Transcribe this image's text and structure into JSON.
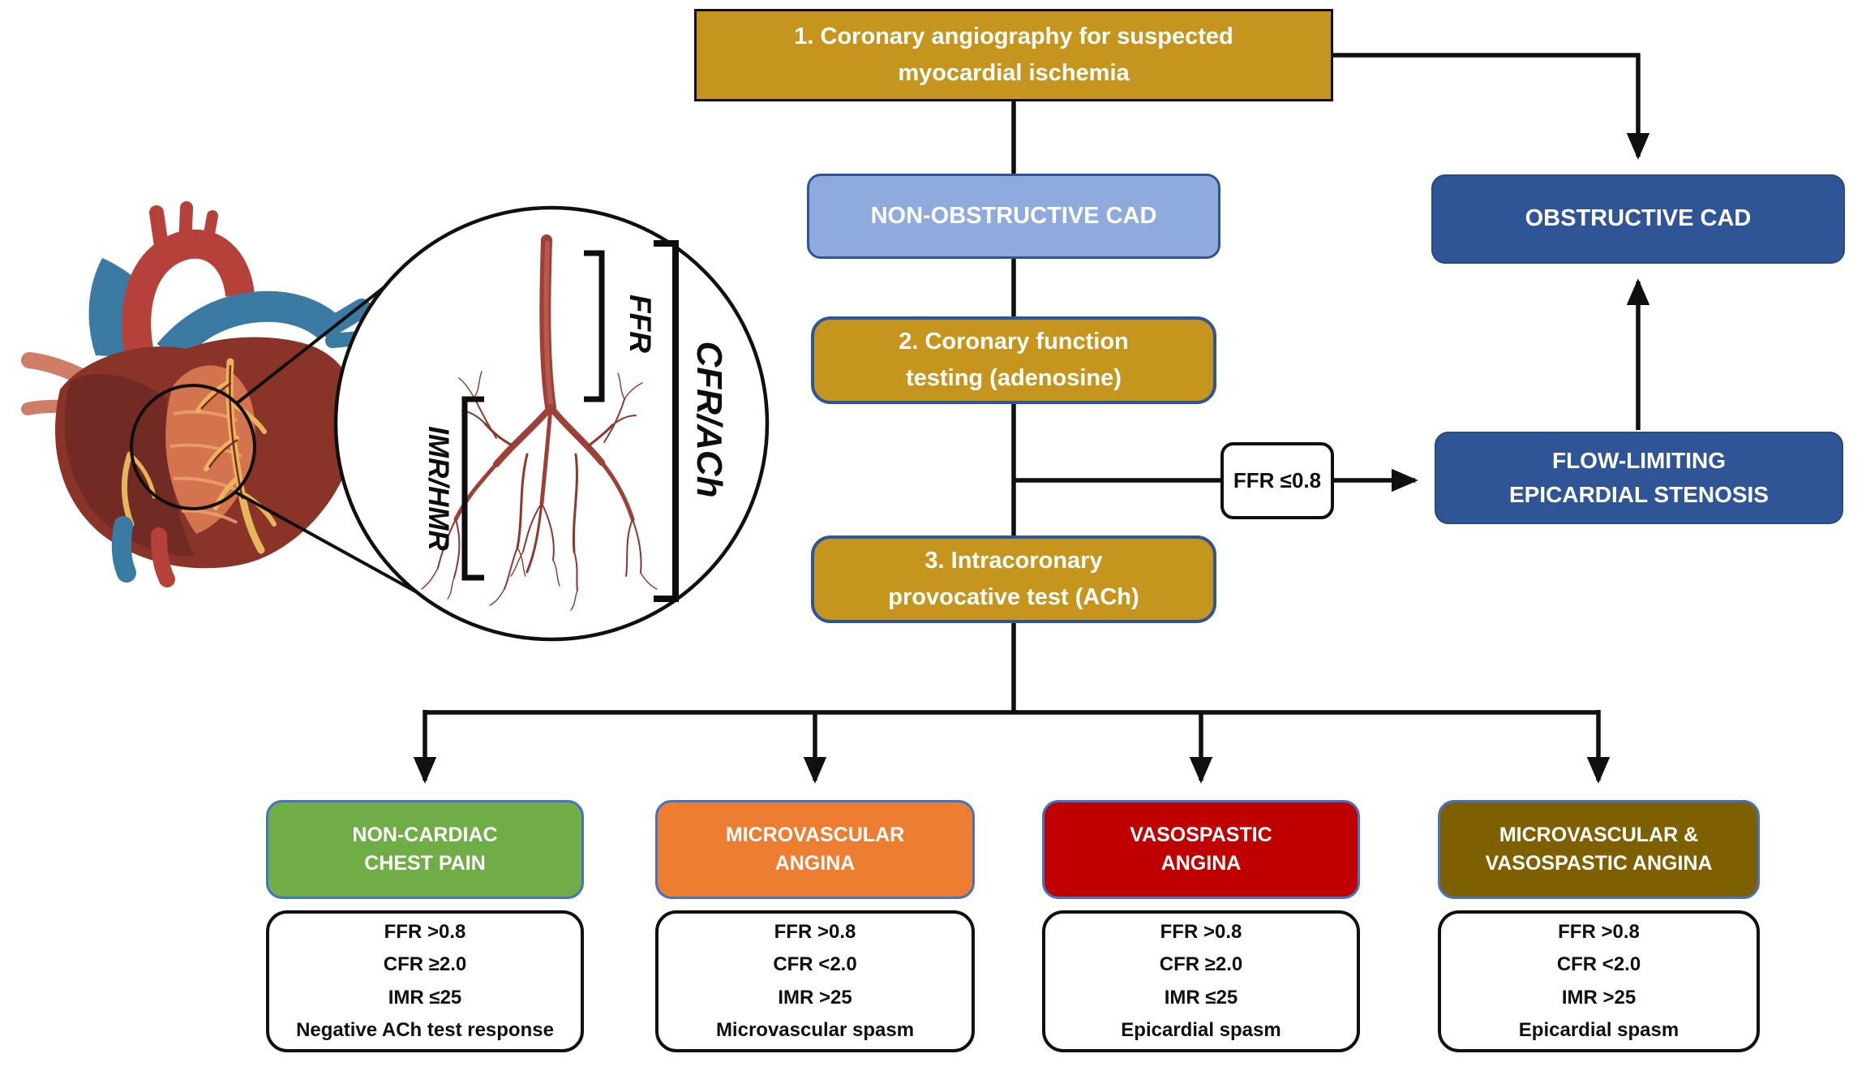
{
  "figure": {
    "step1_lines": [
      "1. Coronary angiography for suspected",
      "myocardial ischemia"
    ],
    "non_obstructive_label": "NON-OBSTRUCTIVE CAD",
    "obstructive_label": "OBSTRUCTIVE CAD",
    "step2_lines": [
      "2. Coronary function",
      "testing (adenosine)"
    ],
    "ffr_condition_label": "FFR ≤0.8",
    "flow_limiting_lines": [
      "FLOW-LIMITING",
      "EPICARDIAL STENOSIS"
    ],
    "step3_lines": [
      "3. Intracoronary",
      "provocative test (ACh)"
    ],
    "inset": {
      "ffr_label": "FFR",
      "cfr_ach_label": "CFR/ACh",
      "imr_hmr_label": "IMR/HMR"
    },
    "outcomes": [
      {
        "title_lines": [
          "NON-CARDIAC",
          "CHEST PAIN"
        ],
        "color": "#70AD47",
        "criteria": [
          "FFR >0.8",
          "CFR ≥2.0",
          "IMR ≤25",
          "Negative ACh test response"
        ]
      },
      {
        "title_lines": [
          "MICROVASCULAR",
          "ANGINA"
        ],
        "color": "#ED7D31",
        "criteria": [
          "FFR >0.8",
          "CFR <2.0",
          "IMR >25",
          "Microvascular spasm"
        ]
      },
      {
        "title_lines": [
          "VASOSPASTIC",
          "ANGINA"
        ],
        "color": "#C00000",
        "criteria": [
          "FFR >0.8",
          "CFR ≥2.0",
          "IMR ≤25",
          "Epicardial spasm"
        ]
      },
      {
        "title_lines": [
          "MICROVASCULAR &",
          "VASOSPASTIC ANGINA"
        ],
        "color": "#7F6000",
        "criteria": [
          "FFR >0.8",
          "CFR <2.0",
          "IMR >25",
          "Epicardial spasm"
        ]
      }
    ],
    "colors": {
      "step_gold": "#C6951D",
      "light_blue": "#8FAADC",
      "dark_blue": "#2F5597",
      "outcome_border_blue": "#4472C4",
      "green": "#70AD47",
      "orange": "#ED7D31",
      "red": "#C00000",
      "olive": "#7F6000",
      "line_black": "#101010"
    }
  }
}
